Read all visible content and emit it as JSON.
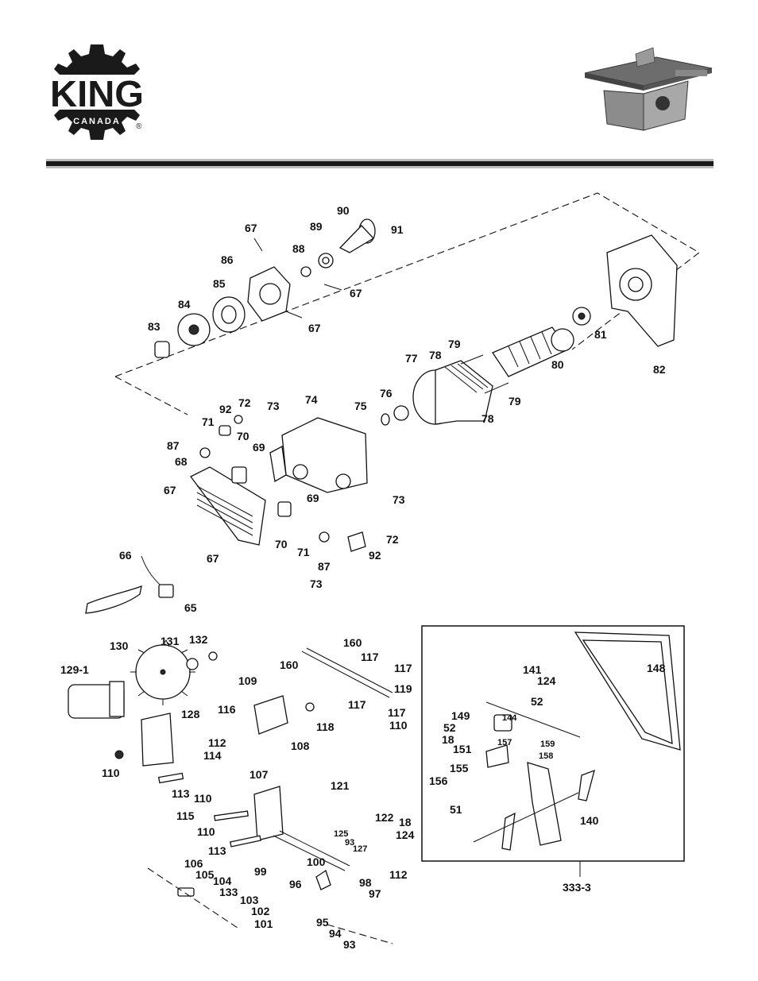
{
  "brand": {
    "logo_word": "KING",
    "logo_sub": "CANADA",
    "registered_mark": "®",
    "logo_color": "#1a1a1a"
  },
  "diagram": {
    "part_numbers": [
      "90",
      "91",
      "67",
      "89",
      "88",
      "86",
      "67",
      "85",
      "84",
      "67",
      "83",
      "80",
      "81",
      "82",
      "79",
      "78",
      "77",
      "76",
      "75",
      "79",
      "78",
      "74",
      "73",
      "72",
      "92",
      "71",
      "70",
      "69",
      "87",
      "68",
      "67",
      "69",
      "73",
      "70",
      "71",
      "72",
      "92",
      "87",
      "67",
      "66",
      "73",
      "65",
      "160",
      "130",
      "131",
      "132",
      "117",
      "129-1",
      "160",
      "117",
      "109",
      "119",
      "117",
      "116",
      "117",
      "118",
      "110",
      "128",
      "108",
      "112",
      "114",
      "110",
      "113",
      "107",
      "121",
      "110",
      "115",
      "122",
      "18",
      "110",
      "125",
      "93",
      "124",
      "127",
      "113",
      "99",
      "100",
      "106",
      "112",
      "105",
      "96",
      "98",
      "104",
      "97",
      "133",
      "103",
      "102",
      "101",
      "95",
      "94",
      "93",
      "141",
      "148",
      "124",
      "52",
      "149",
      "144",
      "52",
      "18",
      "151",
      "157",
      "159",
      "158",
      "155",
      "156",
      "51",
      "140"
    ],
    "inset_label": "333-3"
  }
}
